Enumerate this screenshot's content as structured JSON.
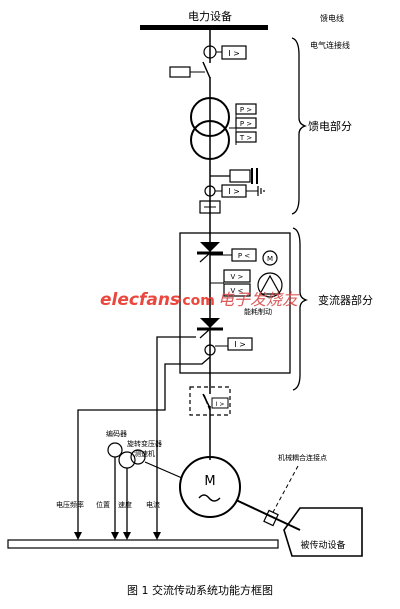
{
  "labels": {
    "power_equipment": "电力设备",
    "feeder_line": "馈电线",
    "electrical_connection_line": "电气连接线",
    "feeder_section": "馈电部分",
    "converter_section": "变流器部分",
    "energy_consumption_braking": "能耗制动",
    "encoder": "编码器",
    "resolver_tachogenerator": "旋转变压器\n测速机",
    "mechanical_coupling_point": "机械耦合连接点",
    "voltage_frequency": "电压频率",
    "position": "位置",
    "speed": "速度",
    "current": "电流",
    "driven_equipment": "被传动设备",
    "motor_letter": "M",
    "caption": "图 1   交流传动系统功能方框图"
  },
  "relay_symbols": {
    "overcurrent": "I >",
    "power": "P >",
    "temperature": "T >",
    "power_low": "P <",
    "voltage_high": "V >",
    "voltage_low": "V <",
    "motor": "M"
  },
  "watermark": {
    "brand": "elecfans",
    "domain_suffix": "·com",
    "chinese": "电子发烧友"
  }
}
